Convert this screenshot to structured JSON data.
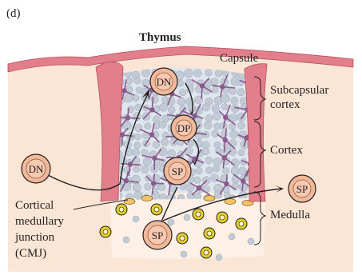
{
  "panel_label": "(d)",
  "title": "Thymus",
  "labels": {
    "capsule": "Capsule",
    "subcapsular_cortex_line1": "Subcapsular",
    "subcapsular_cortex_line2": "cortex",
    "cortex": "Cortex",
    "medulla": "Medulla",
    "cmj_line1": "Cortical",
    "cmj_line2": "medullary",
    "cmj_line3": "junction",
    "cmj_line4": "(CMJ)"
  },
  "cells": {
    "dn_outside": "DN",
    "dn_subcapsular": "DN",
    "dp": "DP",
    "sp_cortex": "SP",
    "sp_medulla": "SP",
    "sp_exit": "SP"
  },
  "colors": {
    "background_tissue": "#fbe6d6",
    "capsule": "#e27f8b",
    "cortex_fill": "#dfe5ec",
    "lymphocyte": "#c2cbd5",
    "epithelial": "#8a5a8e",
    "medulla_cell": "#f2c463",
    "macrophage": "#e3cd2a",
    "thymocyte_fill": "#f1b89a",
    "outline": "#231f20"
  }
}
